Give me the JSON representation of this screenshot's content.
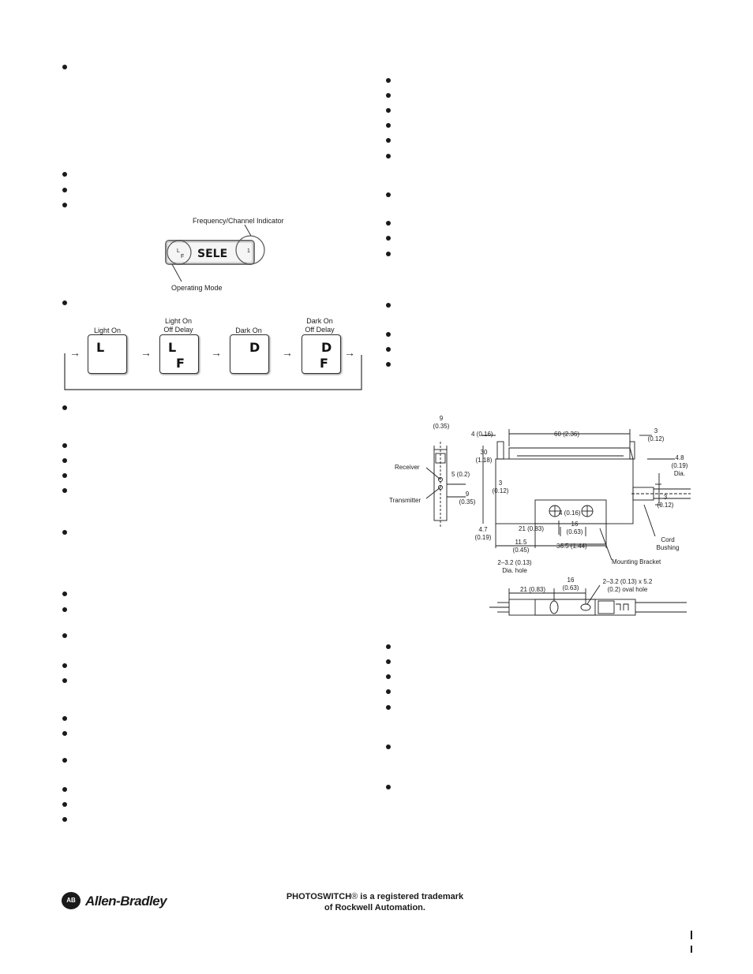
{
  "indicator_figure": {
    "frequency_channel_label": "Frequency/Channel Indicator",
    "operating_mode_label": "Operating Mode",
    "display_text": "SELE",
    "mode_small_top": "L",
    "mode_small_bottom": "F",
    "channel_digit": "1"
  },
  "mode_cycle": {
    "modes": [
      {
        "label_line1": "Light On",
        "label_line2": "",
        "key_top": "L",
        "key_bottom": ""
      },
      {
        "label_line1": "Light On",
        "label_line2": "Off Delay",
        "key_top": "L",
        "key_bottom": "F"
      },
      {
        "label_line1": "Dark On",
        "label_line2": "",
        "key_top": "D",
        "key_bottom": ""
      },
      {
        "label_line1": "Dark On",
        "label_line2": "Off Delay",
        "key_top": "D",
        "key_bottom": "F"
      }
    ],
    "arrow": "→"
  },
  "dimensions": {
    "top_width": "9",
    "top_width_in": "(0.35)",
    "offset_left": "4 (0.16)",
    "length": "60 (2.36)",
    "offset_right": "3",
    "offset_right_in": "(0.12)",
    "cord_dia": "4.8",
    "cord_dia_in": "(0.19)",
    "cord_dia_label": "Dia.",
    "receiver": "Receiver",
    "transmitter": "Transmitter",
    "lens_spacing": "5 (0.2)",
    "lens_height": "9",
    "lens_height_in": "(0.35)",
    "height": "30",
    "height_in": "(1.18)",
    "step": "3",
    "step_in": "(0.12)",
    "cord_offset": "3",
    "cord_offset_in": "(0.12)",
    "hole_offset": "4 (0.16)",
    "base_step": "4.7",
    "base_step_in": "(0.19)",
    "bracket_pos": "21 (0.83)",
    "hole_spacing": "16",
    "hole_spacing_in": "(0.63)",
    "bracket_left": "11.5",
    "bracket_left_in": "(0.45)",
    "bracket_length": "36.5 (1.44)",
    "holes": "2–3.2 (0.13)",
    "holes_label": "Dia. hole",
    "mounting_bracket": "Mounting Bracket",
    "cord_bushing": "Cord",
    "cord_bushing_2": "Bushing",
    "bottom_pos": "21 (0.83)",
    "bottom_spacing": "16",
    "bottom_spacing_in": "(0.63)",
    "oval": "2–3.2 (0.13) x 5.2",
    "oval_2": "(0.2) oval hole"
  },
  "footer": {
    "logo_badge": "AB",
    "logo_text": "Allen-Bradley",
    "trademark_line1": "PHOTOSWITCH",
    "trademark_reg": "®",
    "trademark_line1_tail": " is a registered trademark",
    "trademark_line2": "of Rockwell Automation."
  }
}
